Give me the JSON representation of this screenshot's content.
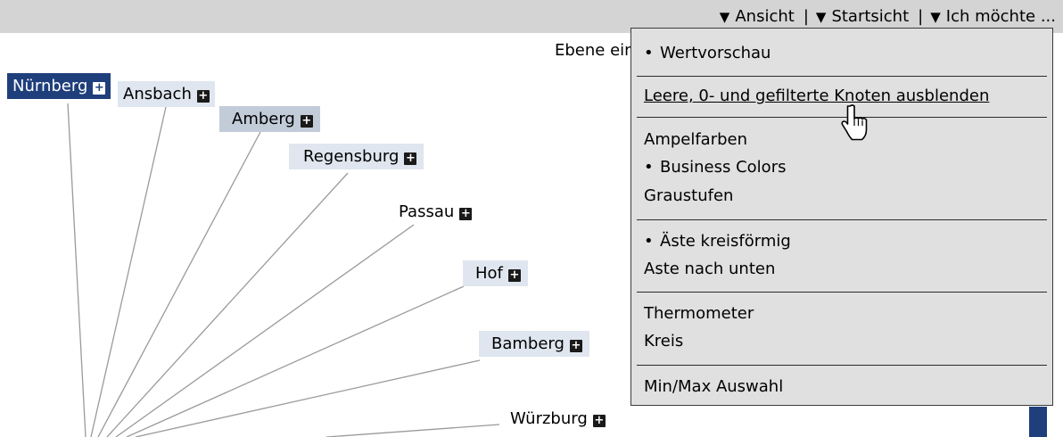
{
  "menubar": {
    "items": [
      {
        "label": "Ansicht",
        "icon": "triangle-down-icon"
      },
      {
        "label": "Startsicht",
        "icon": "triangle-down-icon"
      },
      {
        "label": "Ich möchte ...",
        "icon": "triangle-down-icon"
      }
    ],
    "separator": "|"
  },
  "ebene_label": "Ebene ein",
  "tree": {
    "expand_glyph": "+",
    "nodes": [
      {
        "label": "Nürnberg",
        "state": "selected"
      },
      {
        "label": "Ansbach"
      },
      {
        "label": "Amberg"
      },
      {
        "label": "Regensburg"
      },
      {
        "label": "Passau"
      },
      {
        "label": "Hof"
      },
      {
        "label": "Bamberg"
      },
      {
        "label": "Würzburg"
      }
    ]
  },
  "dropdown": {
    "bullet": "•",
    "items": [
      {
        "label": "Wertvorschau",
        "checked": true
      },
      {
        "label": "Leere, 0- und gefilterte Knoten ausblenden",
        "checked": false,
        "hover": true
      },
      {
        "label": "Ampelfarben",
        "checked": false
      },
      {
        "label": "Business Colors",
        "checked": true
      },
      {
        "label": "Graustufen",
        "checked": false
      },
      {
        "label": "Äste kreisförmig",
        "checked": true
      },
      {
        "label": "Aste nach unten",
        "checked": false
      },
      {
        "label": "Thermometer",
        "checked": false
      },
      {
        "label": "Kreis",
        "checked": false
      },
      {
        "label": "Min/Max Auswahl",
        "checked": false
      }
    ]
  },
  "colors": {
    "selected_node": "#1e3f7c",
    "node_light": "#dfe6ef",
    "node_mid": "#c2ccd9",
    "toolbar": "#d4d4d4",
    "menu_bg": "#e0e0e0"
  }
}
